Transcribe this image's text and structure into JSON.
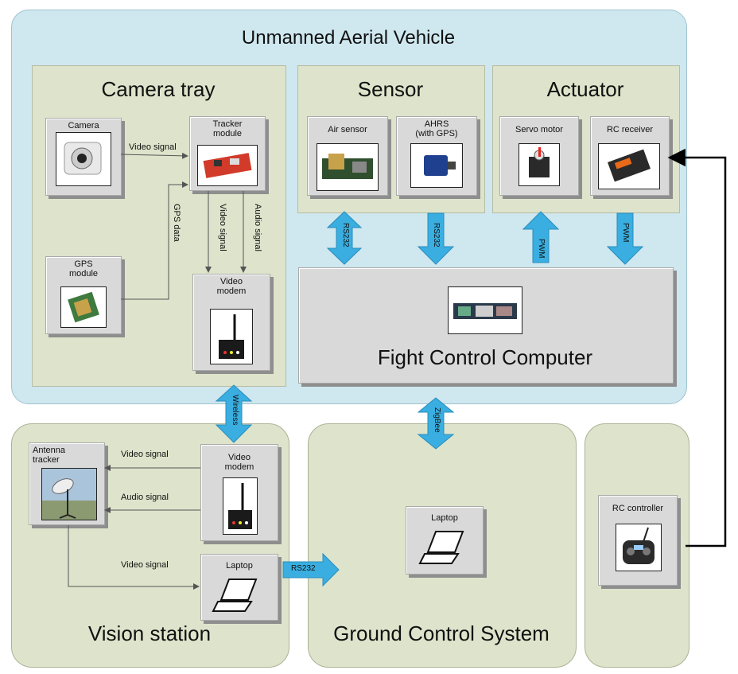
{
  "uav": {
    "title": "Unmanned Aerial Vehicle",
    "camera_tray": {
      "title": "Camera tray",
      "camera": "Camera",
      "tracker": "Tracker\nmodule",
      "gps": "GPS\nmodule",
      "video_modem": "Video\nmodem",
      "video_signal": "Video signal",
      "gps_data": "GPS data",
      "video_signal_v": "Video signal",
      "audio_signal_v": "Audio signal"
    },
    "sensor": {
      "title": "Sensor",
      "air_sensor": "Air sensor",
      "ahrs": "AHRS\n(with GPS)"
    },
    "actuator": {
      "title": "Actuator",
      "servo": "Servo motor",
      "rc_receiver": "RC receiver"
    },
    "fcc": {
      "title": "Fight Control Computer"
    },
    "links": {
      "rs232_a": "RS232",
      "rs232_b": "RS232",
      "pwm_a": "PWM",
      "pwm_b": "PWM"
    }
  },
  "links": {
    "wireless": "Wireless",
    "zigbee": "ZigBee",
    "rs232": "RS232"
  },
  "vision": {
    "title": "Vision station",
    "antenna": "Antenna\ntracker",
    "video_modem": "Video\nmodem",
    "laptop": "Laptop",
    "video_signal_1": "Video signal",
    "audio_signal": "Audio signal",
    "video_signal_2": "Video signal"
  },
  "gcs": {
    "title": "Ground Control System",
    "laptop": "Laptop"
  },
  "rc": {
    "controller": "RC controller"
  },
  "colors": {
    "uav_bg": "#cfe7ef",
    "panel_bg": "#dde4cb",
    "arrow": "#3aaee0"
  }
}
